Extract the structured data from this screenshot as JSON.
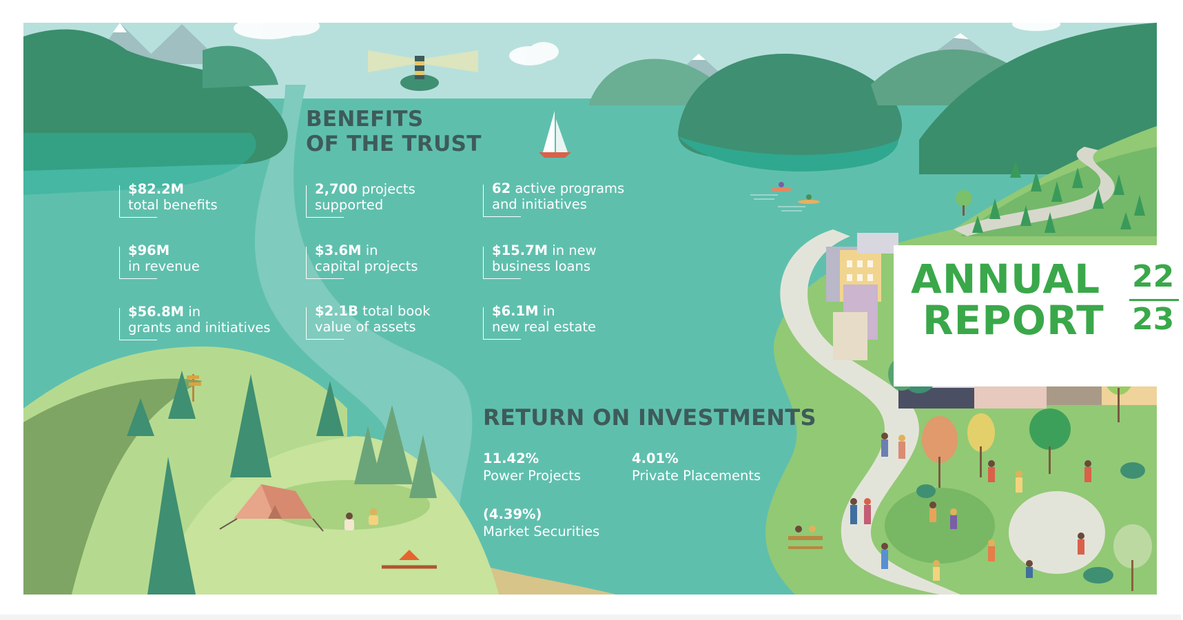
{
  "benefits": {
    "heading_line1": "BENEFITS",
    "heading_line2": "OF THE TRUST",
    "stats": [
      {
        "value": "$82.2M",
        "value_suffix": "",
        "line2": "total benefits"
      },
      {
        "value": "2,700",
        "value_suffix": " projects",
        "line2": "supported"
      },
      {
        "value": "62",
        "value_suffix": " active programs",
        "line2": "and initiatives"
      },
      {
        "value": "$96M",
        "value_suffix": "",
        "line2": "in revenue"
      },
      {
        "value": "$3.6M",
        "value_suffix": " in",
        "line2": "capital projects"
      },
      {
        "value": "$15.7M",
        "value_suffix": " in new",
        "line2": "business loans"
      },
      {
        "value": "$56.8M",
        "value_suffix": " in",
        "line2": "grants and initiatives"
      },
      {
        "value": "$2.1B",
        "value_suffix": " total book",
        "line2": "value of assets"
      },
      {
        "value": "$6.1M",
        "value_suffix": " in",
        "line2": "new real estate"
      }
    ]
  },
  "roi": {
    "heading": "RETURN ON INVESTMENTS",
    "items": [
      {
        "percent": "11.42%",
        "label": "Power Projects"
      },
      {
        "percent": "4.01%",
        "label": "Private Placements"
      },
      {
        "percent": "(4.39%)",
        "label": "Market Securities"
      }
    ]
  },
  "report": {
    "word1": "ANNUAL",
    "word2": "REPORT",
    "year_top": "22",
    "year_bottom": "23"
  },
  "colors": {
    "water": "#5fbfad",
    "dark_green": "#3f8f72",
    "heading": "#3d5b59",
    "report_green": "#3aa84a"
  }
}
